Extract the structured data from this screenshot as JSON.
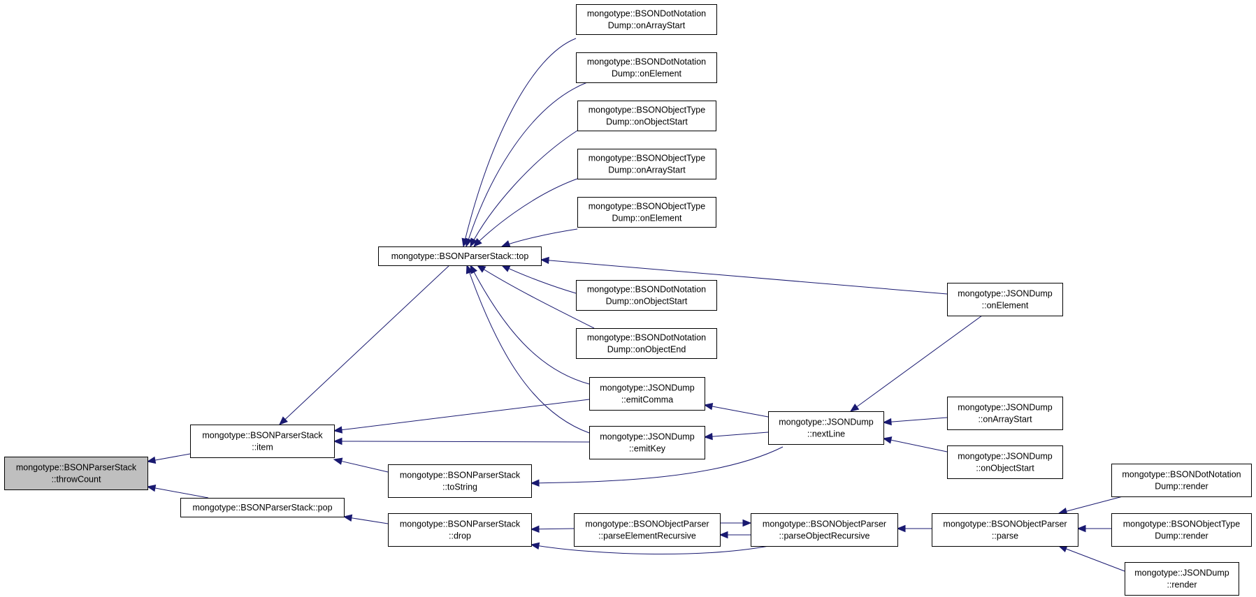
{
  "graph": {
    "nodes": [
      {
        "id": "throwCount",
        "lines": [
          "mongotype::BSONParserStack",
          "::throwCount"
        ],
        "highlighted": true
      },
      {
        "id": "item",
        "lines": [
          "mongotype::BSONParserStack",
          "::item"
        ]
      },
      {
        "id": "pop",
        "lines": [
          "mongotype::BSONParserStack::pop"
        ]
      },
      {
        "id": "top",
        "lines": [
          "mongotype::BSONParserStack::top"
        ]
      },
      {
        "id": "toString",
        "lines": [
          "mongotype::BSONParserStack",
          "::toString"
        ]
      },
      {
        "id": "drop",
        "lines": [
          "mongotype::BSONParserStack",
          "::drop"
        ]
      },
      {
        "id": "dotArrayStart",
        "lines": [
          "mongotype::BSONDotNotation",
          "Dump::onArrayStart"
        ]
      },
      {
        "id": "dotElement",
        "lines": [
          "mongotype::BSONDotNotation",
          "Dump::onElement"
        ]
      },
      {
        "id": "objTypeObjectStart",
        "lines": [
          "mongotype::BSONObjectType",
          "Dump::onObjectStart"
        ]
      },
      {
        "id": "objTypeArrayStart",
        "lines": [
          "mongotype::BSONObjectType",
          "Dump::onArrayStart"
        ]
      },
      {
        "id": "objTypeElement",
        "lines": [
          "mongotype::BSONObjectType",
          "Dump::onElement"
        ]
      },
      {
        "id": "dotObjectStart",
        "lines": [
          "mongotype::BSONDotNotation",
          "Dump::onObjectStart"
        ]
      },
      {
        "id": "dotObjectEnd",
        "lines": [
          "mongotype::BSONDotNotation",
          "Dump::onObjectEnd"
        ]
      },
      {
        "id": "emitComma",
        "lines": [
          "mongotype::JSONDump",
          "::emitComma"
        ]
      },
      {
        "id": "emitKey",
        "lines": [
          "mongotype::JSONDump",
          "::emitKey"
        ]
      },
      {
        "id": "parseElementRecursive",
        "lines": [
          "mongotype::BSONObjectParser",
          "::parseElementRecursive"
        ]
      },
      {
        "id": "nextLine",
        "lines": [
          "mongotype::JSONDump",
          "::nextLine"
        ]
      },
      {
        "id": "parseObjectRecursive",
        "lines": [
          "mongotype::BSONObjectParser",
          "::parseObjectRecursive"
        ]
      },
      {
        "id": "jsonOnElement",
        "lines": [
          "mongotype::JSONDump",
          "::onElement"
        ]
      },
      {
        "id": "jsonOnArrayStart",
        "lines": [
          "mongotype::JSONDump",
          "::onArrayStart"
        ]
      },
      {
        "id": "jsonOnObjectStart",
        "lines": [
          "mongotype::JSONDump",
          "::onObjectStart"
        ]
      },
      {
        "id": "parse",
        "lines": [
          "mongotype::BSONObjectParser",
          "::parse"
        ]
      },
      {
        "id": "dotRender",
        "lines": [
          "mongotype::BSONDotNotation",
          "Dump::render"
        ]
      },
      {
        "id": "objTypeRender",
        "lines": [
          "mongotype::BSONObjectType",
          "Dump::render"
        ]
      },
      {
        "id": "jsonRender",
        "lines": [
          "mongotype::JSONDump",
          "::render"
        ]
      }
    ],
    "edges": [
      {
        "from": "item",
        "to": "throwCount"
      },
      {
        "from": "pop",
        "to": "throwCount"
      },
      {
        "from": "top",
        "to": "item"
      },
      {
        "from": "toString",
        "to": "item"
      },
      {
        "from": "emitComma",
        "to": "item"
      },
      {
        "from": "emitKey",
        "to": "item"
      },
      {
        "from": "drop",
        "to": "pop"
      },
      {
        "from": "dotArrayStart",
        "to": "top"
      },
      {
        "from": "dotElement",
        "to": "top"
      },
      {
        "from": "objTypeObjectStart",
        "to": "top"
      },
      {
        "from": "objTypeArrayStart",
        "to": "top"
      },
      {
        "from": "objTypeElement",
        "to": "top"
      },
      {
        "from": "dotObjectStart",
        "to": "top"
      },
      {
        "from": "dotObjectEnd",
        "to": "top"
      },
      {
        "from": "emitComma",
        "to": "top"
      },
      {
        "from": "emitKey",
        "to": "top"
      },
      {
        "from": "jsonOnElement",
        "to": "top"
      },
      {
        "from": "nextLine",
        "to": "emitComma"
      },
      {
        "from": "nextLine",
        "to": "emitKey"
      },
      {
        "from": "nextLine",
        "to": "toString"
      },
      {
        "from": "jsonOnElement",
        "to": "nextLine"
      },
      {
        "from": "jsonOnArrayStart",
        "to": "nextLine"
      },
      {
        "from": "jsonOnObjectStart",
        "to": "nextLine"
      },
      {
        "from": "parseElementRecursive",
        "to": "drop"
      },
      {
        "from": "parseObjectRecursive",
        "to": "drop"
      },
      {
        "from": "parseObjectRecursive",
        "to": "parseElementRecursive"
      },
      {
        "from": "parseElementRecursive",
        "to": "parseObjectRecursive"
      },
      {
        "from": "parse",
        "to": "parseObjectRecursive"
      },
      {
        "from": "dotRender",
        "to": "parse"
      },
      {
        "from": "objTypeRender",
        "to": "parse"
      },
      {
        "from": "jsonRender",
        "to": "parse"
      }
    ]
  },
  "colors": {
    "edge": "#191970",
    "node_border": "#000000",
    "node_fill": "#ffffff",
    "highlight_fill": "#bfbfbf",
    "background": "#ffffff"
  }
}
